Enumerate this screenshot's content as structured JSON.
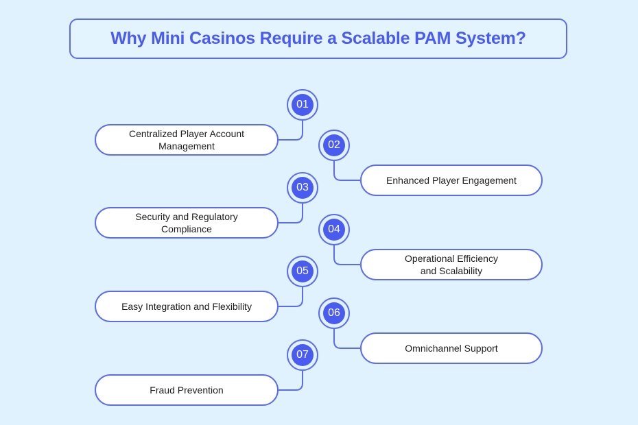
{
  "title": "Why Mini Casinos Require a Scalable PAM System?",
  "colors": {
    "accent": "#4a5bef",
    "border": "#5b6cf0",
    "background": "#e0f2fd"
  },
  "items": [
    {
      "number": "01",
      "label": "Centralized Player Account\nManagement",
      "side": "left"
    },
    {
      "number": "02",
      "label": "Enhanced Player Engagement",
      "side": "right"
    },
    {
      "number": "03",
      "label": "Security and Regulatory\nCompliance",
      "side": "left"
    },
    {
      "number": "04",
      "label": "Operational Efficiency\nand Scalability",
      "side": "right"
    },
    {
      "number": "05",
      "label": "Easy Integration and Flexibility",
      "side": "left"
    },
    {
      "number": "06",
      "label": "Omnichannel Support",
      "side": "right"
    },
    {
      "number": "07",
      "label": "Fraud Prevention",
      "side": "left"
    }
  ]
}
